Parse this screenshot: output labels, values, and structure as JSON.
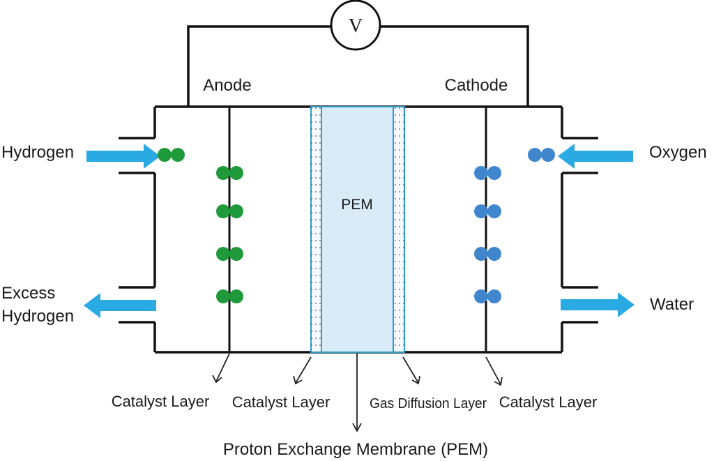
{
  "labels": {
    "meter": "V",
    "anode": "Anode",
    "cathode": "Cathode",
    "hydrogen": "Hydrogen",
    "oxygen": "Oxygen",
    "excess_line1": "Excess",
    "excess_line2": "Hydrogen",
    "water": "Water",
    "pem_center": "PEM",
    "catalyst_left_outer": "Catalyst Layer",
    "catalyst_left_inner": "Catalyst Layer",
    "gas_diffusion": "Gas Diffusion Layer",
    "catalyst_right": "Catalyst Layer",
    "membrane_title": "Proton Exchange Membrane (PEM)"
  },
  "colors": {
    "hydrogen_molecule": "#1f9a3a",
    "oxygen_molecule": "#3f86cc",
    "flow_arrow": "#29aae2",
    "membrane_fill": "#d8ebf7",
    "membrane_border": "#2d9bc9"
  },
  "molecules": {
    "hydrogen_count": 5,
    "oxygen_count": 5
  }
}
